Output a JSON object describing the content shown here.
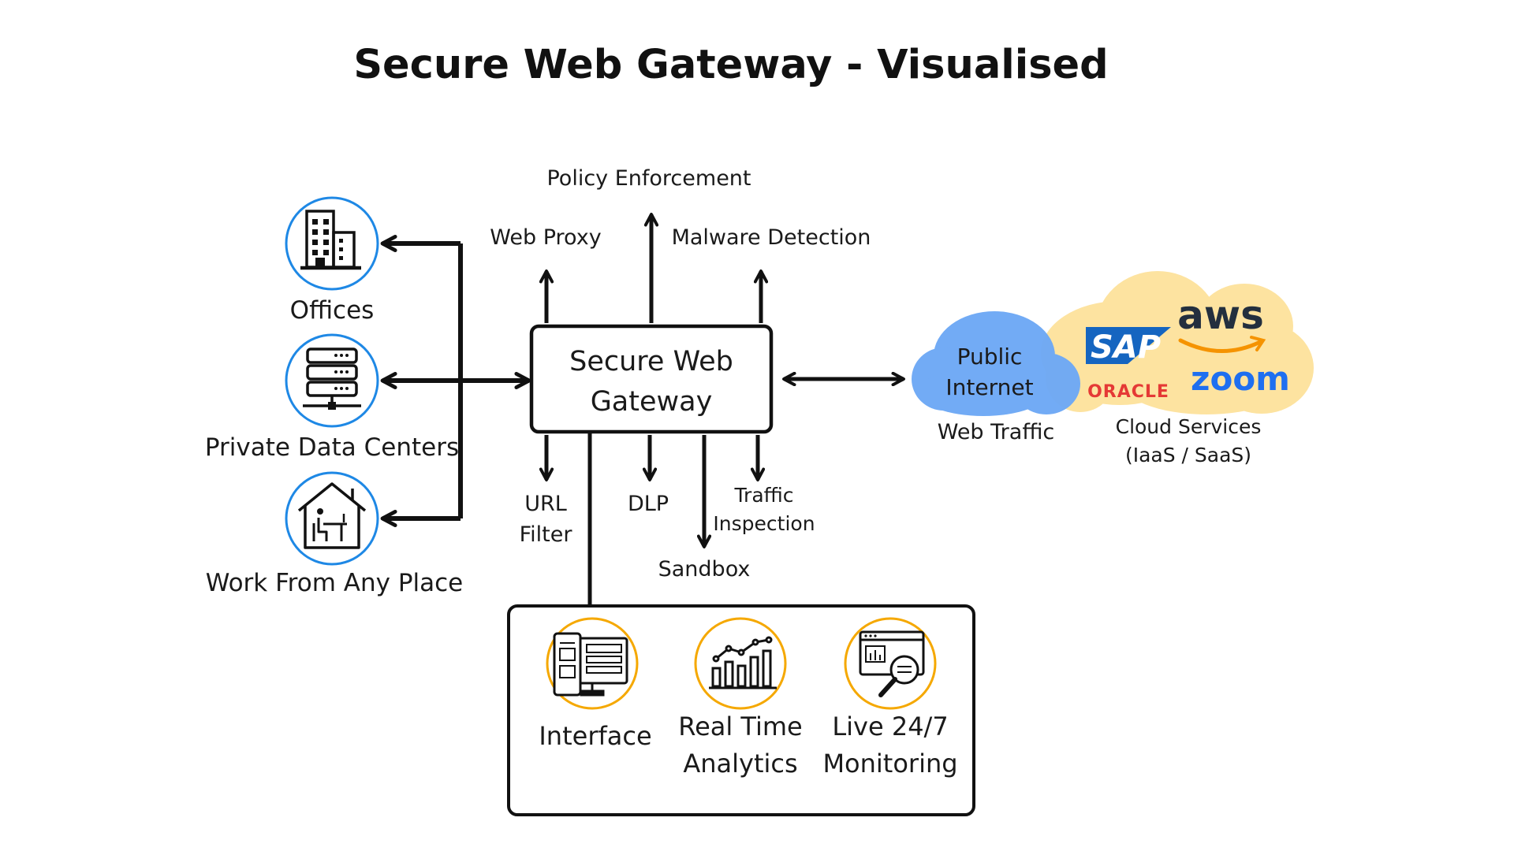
{
  "title": "Secure Web Gateway - Visualised",
  "colors": {
    "blue_ring": "#1e88e5",
    "orange_ring": "#f5a800",
    "cloud_blue": "#6ea9f5",
    "cloud_yellow": "#fde3a0",
    "sap_blue": "#1565c0",
    "oracle_red": "#e53935",
    "aws_orange": "#f59300",
    "zoom_blue": "#1e6ff0"
  },
  "sources": [
    {
      "label": "Offices",
      "icon": "office-building-icon"
    },
    {
      "label": "Private Data Centers",
      "icon": "server-rack-icon"
    },
    {
      "label": "Work From Any Place",
      "icon": "home-office-icon"
    }
  ],
  "gateway": {
    "line1": "Secure Web",
    "line2": "Gateway"
  },
  "functions": {
    "policy_enforcement": "Policy Enforcement",
    "web_proxy": "Web Proxy",
    "malware_detection": "Malware Detection",
    "url_filter_1": "URL",
    "url_filter_2": "Filter",
    "dlp": "DLP",
    "traffic_inspection_1": "Traffic",
    "traffic_inspection_2": "Inspection",
    "sandbox": "Sandbox"
  },
  "internet": {
    "cloud_line1": "Public",
    "cloud_line2": "Internet",
    "caption": "Web Traffic"
  },
  "cloud_services": {
    "brands": {
      "sap": "SAP",
      "aws": "aws",
      "oracle": "ORACLE",
      "zoom": "zoom"
    },
    "caption_line1": "Cloud Services",
    "caption_line2": "(IaaS / SaaS)"
  },
  "features": [
    {
      "line1": "Interface",
      "line2": "",
      "icon": "dashboard-interface-icon"
    },
    {
      "line1": "Real Time",
      "line2": "Analytics",
      "icon": "analytics-chart-icon"
    },
    {
      "line1": "Live 24/7",
      "line2": "Monitoring",
      "icon": "monitoring-search-icon"
    }
  ]
}
